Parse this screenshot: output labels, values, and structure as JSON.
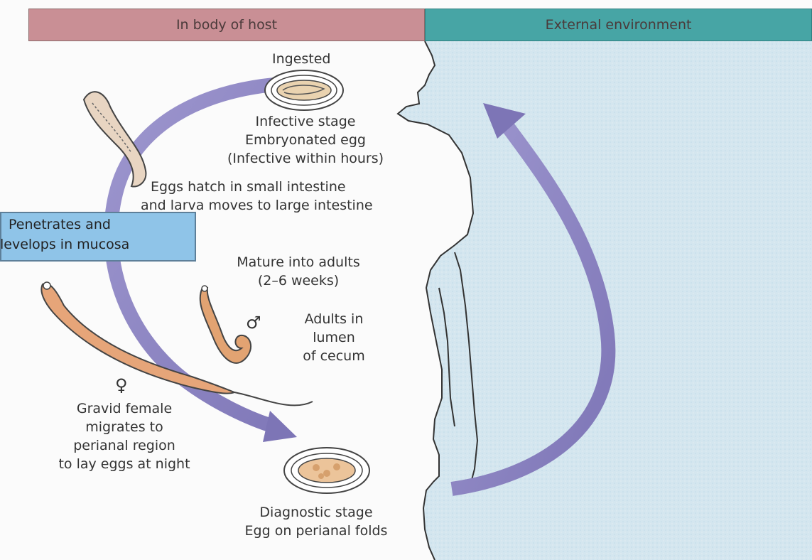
{
  "header": {
    "host_label": "In body of host",
    "environment_label": "External environment"
  },
  "labels": {
    "ingested": "Ingested",
    "infective_1": "Infective stage",
    "infective_2": "Embryonated egg",
    "infective_3": "(Infective within hours)",
    "hatch_1": "Eggs hatch in small intestine",
    "hatch_2": "and larva moves to large intestine",
    "penetrates_1": "Penetrates and",
    "penetrates_2": "levelops in mucosa",
    "mature_1": "Mature into adults",
    "mature_2": "(2–6 weeks)",
    "adults_1": "Adults in",
    "adults_2": "lumen",
    "adults_3": "of cecum",
    "gravid_1": "Gravid female",
    "gravid_2": "migrates to",
    "gravid_3": "perianal region",
    "gravid_4": "to lay eggs at night",
    "diagnostic_1": "Diagnostic stage",
    "diagnostic_2": "Egg on perianal folds"
  },
  "symbols": {
    "male": "♂",
    "female": "♀"
  },
  "colors": {
    "host_header": "#c98f95",
    "environment_header": "#47a5a5",
    "environment_bg": "#d4e6ef",
    "arrow": "#8c84c2",
    "box": "#8fc4e8",
    "worm_female": "#e0a274"
  }
}
